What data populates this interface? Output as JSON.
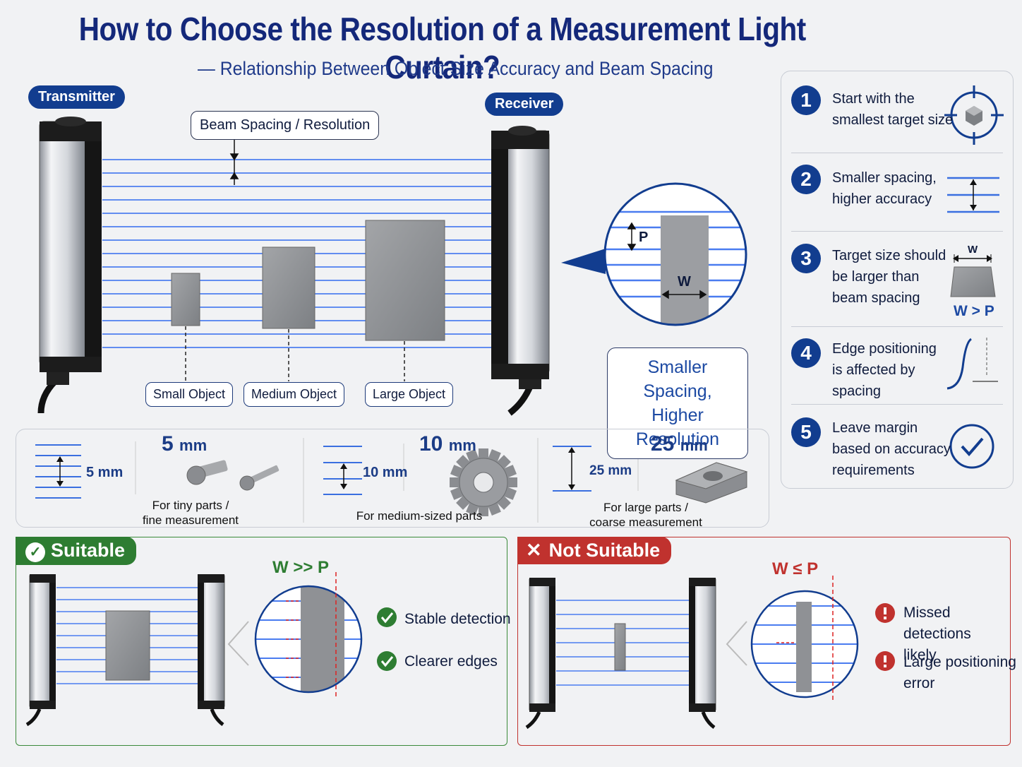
{
  "header": {
    "title": "How to Choose the Resolution of a Measurement Light Curtain?",
    "subtitle": "— Relationship Between Object Size Accuracy and Beam Spacing"
  },
  "diagram": {
    "transmitter_label": "Transmitter",
    "receiver_label": "Receiver",
    "beam_spacing_label": "Beam Spacing / Resolution",
    "objects": [
      "Small Object",
      "Medium Object",
      "Large Object"
    ],
    "zoom_p": "P",
    "zoom_w": "W",
    "callout": [
      "Smaller Spacing,",
      "Higher Resolution"
    ]
  },
  "steps": [
    {
      "num": "1",
      "lines": [
        "Start with the",
        "smallest target size"
      ],
      "icon": "target-icon"
    },
    {
      "num": "2",
      "lines": [
        "Smaller spacing,",
        "higher accuracy"
      ],
      "icon": "spacing-icon"
    },
    {
      "num": "3",
      "lines": [
        "Target size should",
        "be larger than",
        "beam spacing"
      ],
      "icon": "w-greater-p-icon",
      "icon_w": "W",
      "icon_rule": "W > P"
    },
    {
      "num": "4",
      "lines": [
        "Edge positioning",
        "is affected by",
        "spacing"
      ],
      "icon": "edge-curve-icon"
    },
    {
      "num": "5",
      "lines": [
        "Leave margin",
        "based on accuracy",
        "requirements"
      ],
      "icon": "check-circle-icon"
    }
  ],
  "resolutions": [
    {
      "value": "5",
      "unit": "mm",
      "scale_label": "5 mm",
      "caption": [
        "For tiny parts /",
        "fine measurement"
      ],
      "icon": "screw-icon"
    },
    {
      "value": "10",
      "unit": "mm",
      "scale_label": "10 mm",
      "caption": [
        "For medium-sized parts"
      ],
      "icon": "gear-icon"
    },
    {
      "value": "25",
      "unit": "mm",
      "scale_label": "25 mm",
      "caption": [
        "For large parts /",
        "coarse measurement"
      ],
      "icon": "bracket-icon"
    }
  ],
  "suitable": {
    "tag": "Suitable",
    "rule": "W >> P",
    "bullets": [
      "Stable detection",
      "Clearer edges"
    ]
  },
  "not_suitable": {
    "tag": "Not Suitable",
    "rule": "W ≤ P",
    "bullets": [
      [
        "Missed detections",
        "likely"
      ],
      [
        "Large positioning",
        "error"
      ]
    ]
  },
  "colors": {
    "navy": "#123d8f",
    "beam": "#3a6fe0",
    "green": "#2e7d32",
    "red": "#c0322e"
  }
}
